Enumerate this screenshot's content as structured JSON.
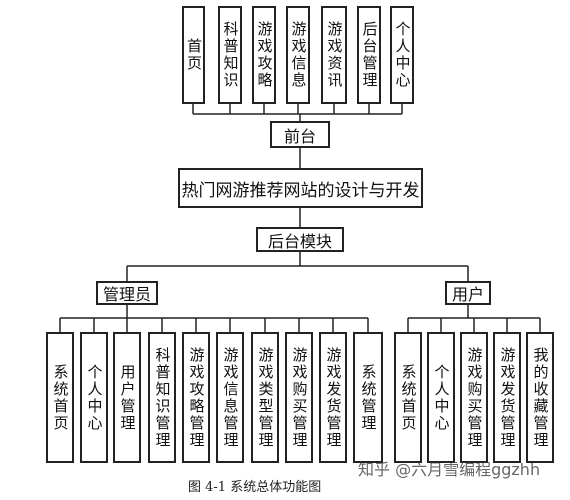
{
  "diagram": {
    "front_modules": [
      "首页",
      "科普知识",
      "游戏攻略",
      "游戏信息",
      "游戏资讯",
      "后台管理",
      "个人中心"
    ],
    "front_label": "前台",
    "root_label": "热门网游推荐网站的设计与开发",
    "backend_label": "后台模块",
    "admin_label": "管理员",
    "user_label": "用户",
    "admin_modules": [
      "系统首页",
      "个人中心",
      "用户管理",
      "科普知识管理",
      "游戏攻略管理",
      "游戏信息管理",
      "游戏类型管理",
      "游戏购买管理",
      "游戏发货管理",
      "系统管理"
    ],
    "user_modules": [
      "系统首页",
      "个人中心",
      "游戏购买管理",
      "游戏发货管理",
      "我的收藏管理"
    ]
  },
  "caption": "图 4-1 系统总体功能图",
  "watermark": "知乎 @六月雪编程ggzhh"
}
